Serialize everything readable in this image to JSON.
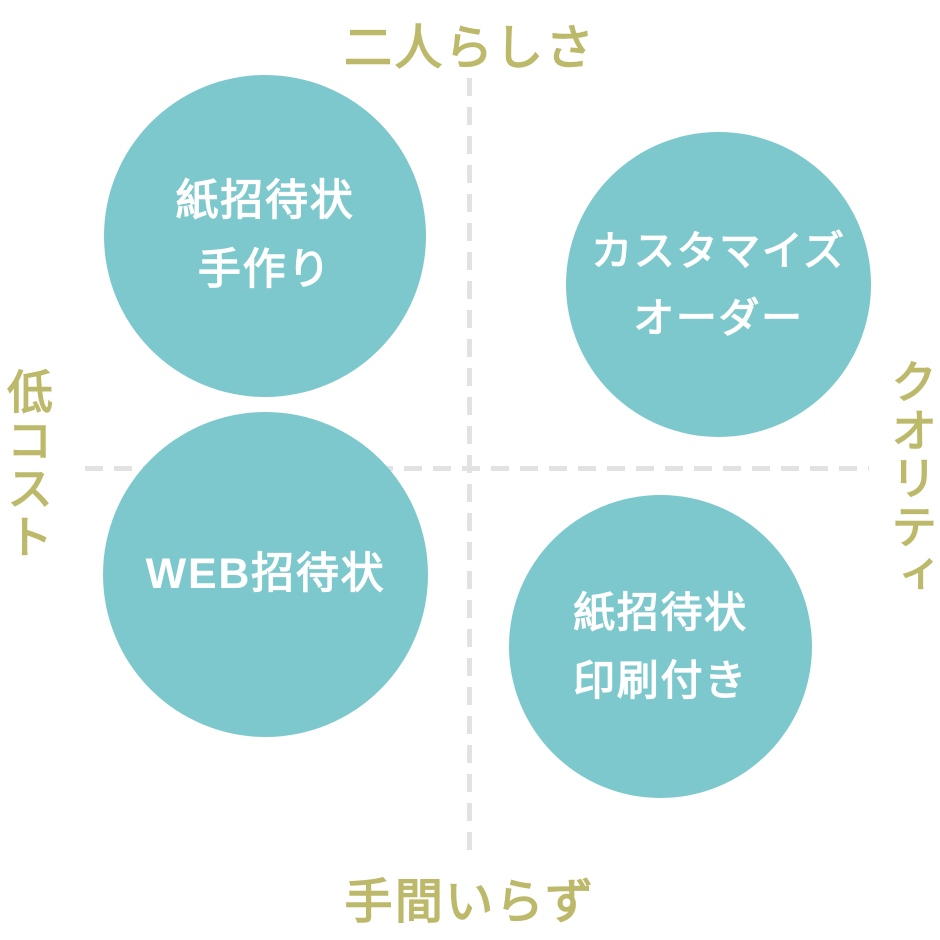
{
  "diagram": {
    "type": "2x2-positioning-matrix",
    "background_color": "#ffffff",
    "bubble_color": "#7cc8cc",
    "bubble_text_color": "#ffffff",
    "axis_label_color": "#bdb96b",
    "axis_line_color": "#e2e2e2",
    "axes": {
      "top_label": "二人らしさ",
      "bottom_label": "手間いらず",
      "left_label": "低コスト",
      "right_label": "クオリティ"
    },
    "bubbles": [
      {
        "id": "paper-handmade",
        "quadrant": "top-left",
        "lines": [
          "紙招待状",
          "手作り"
        ]
      },
      {
        "id": "custom-order",
        "quadrant": "top-right",
        "lines": [
          "カスタマイズ",
          "オーダー"
        ]
      },
      {
        "id": "web-invitation",
        "quadrant": "bottom-left",
        "lines": [
          "WEB招待状"
        ]
      },
      {
        "id": "paper-printed",
        "quadrant": "bottom-right",
        "lines": [
          "紙招待状",
          "印刷付き"
        ]
      }
    ]
  }
}
